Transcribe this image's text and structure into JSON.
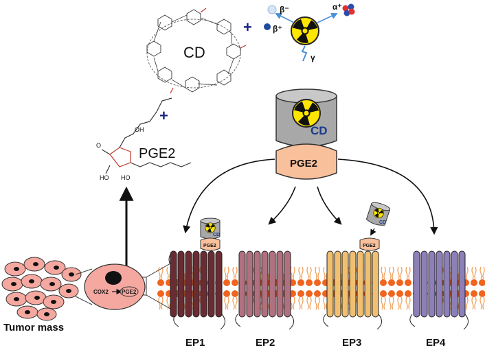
{
  "labels": {
    "cd": "CD",
    "pge2_main": "PGE2",
    "plus": "+",
    "beta_minus": "β⁻",
    "beta_plus": "β⁺",
    "alpha": "α⁺",
    "gamma": "γ",
    "complex_cd": "CD",
    "complex_pge2": "PGE2",
    "ep1_cd": "CD",
    "ep1_pge2": "PGE2",
    "ep3_cd": "CD",
    "ep3_pge2": "PGE2",
    "cox2": "COX2",
    "cell_pge2": "PGE2",
    "tumor_mass": "Tumor mass",
    "ep1": "EP1",
    "ep2": "EP2",
    "ep3": "EP3",
    "ep4": "EP4",
    "chem_oh1": "OH",
    "chem_oh2": "HO",
    "chem_oh3": "HO",
    "chem_o": "O"
  },
  "colors": {
    "membrane_head": "#f0641e",
    "membrane_tail": "#f2a15a",
    "ep1": "#6b2b32",
    "ep2": "#b07080",
    "ep3": "#f0c070",
    "ep4": "#8d7fb8",
    "pge2_fill": "#f9c09c",
    "cd_fill": "#a8a8a8",
    "cell_fill": "#f5a8a0",
    "radiation_yellow": "#ffe600"
  },
  "icons": [
    "radiation-icon",
    "cyclodextrin-structure",
    "prostaglandin-structure",
    "cell-icon",
    "membrane",
    "receptor-helix"
  ]
}
